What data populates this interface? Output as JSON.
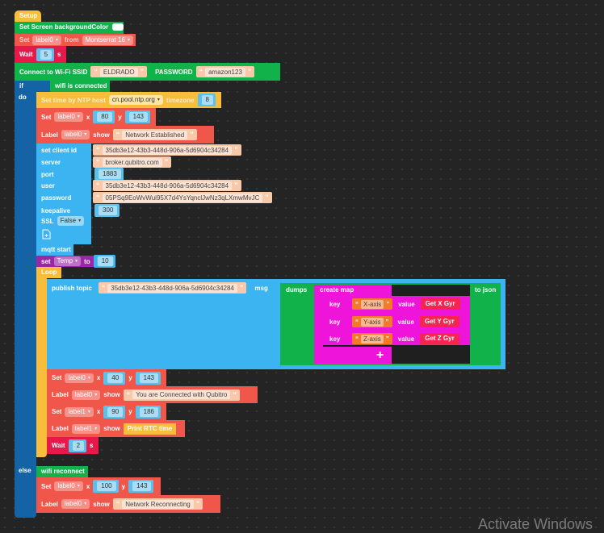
{
  "setup": {
    "hat_label": "Setup",
    "bg_color_label": "Set Screen backgroundColor",
    "bg_color_value": "#ffffff",
    "set_font": {
      "label": "Set",
      "target": "label0",
      "from_label": "from",
      "font": "Montserrat 16"
    },
    "wait1": {
      "label": "Wait",
      "value": "5",
      "unit": "s"
    },
    "wifi": {
      "label": "Connect to Wi-Fi SSID",
      "ssid": "ELDRADO",
      "password_label": "PASSWORD",
      "password": "amazon123"
    }
  },
  "if_block": {
    "if_label": "if",
    "do_label": "do",
    "else_label": "else",
    "condition": "wifi is connected"
  },
  "ntp": {
    "label": "Set time by NTP host",
    "host": "cn.pool.ntp.org",
    "tz_label": "timezone",
    "tz": "8"
  },
  "set_pos1": {
    "label": "Set",
    "target": "label0",
    "x_label": "x",
    "x": "80",
    "y_label": "y",
    "y": "143"
  },
  "label_show1": {
    "label": "Label",
    "target": "label0",
    "show_label": "show",
    "text": "Network Established"
  },
  "mqtt": {
    "client_id_label": "set client id",
    "client_id": "35db3e12-43b3-448d-906a-5d6904c34284",
    "server_label": "server",
    "server": "broker.qubitro.com",
    "port_label": "port",
    "port": "1883",
    "user_label": "user",
    "user": "35db3e12-43b3-448d-906a-5d6904c34284",
    "password_label": "password",
    "password": "05PSq9EoWvWui95X7d4YsYqnclJwNz3qLXmwMvJC",
    "keepalive_label": "keepalive",
    "keepalive": "300",
    "ssl_label": "SSL",
    "ssl": "False",
    "start_label": "mqtt start"
  },
  "set_var": {
    "label": "set",
    "var": "Temp",
    "to_label": "to",
    "value": "10"
  },
  "loop": {
    "label": "Loop",
    "publish": {
      "label": "publish topic",
      "topic": "35db3e12-43b3-448d-906a-5d6904c34284",
      "msg_label": "msg"
    },
    "dumps": {
      "label": "dumps",
      "to_json": "to json",
      "create_map": "create map",
      "entries": [
        {
          "key_label": "key",
          "key": "X-axis",
          "value_label": "value",
          "value": "Get X Gyr"
        },
        {
          "key_label": "key",
          "key": "Y-axis",
          "value_label": "value",
          "value": "Get Y Gyr"
        },
        {
          "key_label": "key",
          "key": "Z-axis",
          "value_label": "value",
          "value": "Get Z Gyr"
        }
      ],
      "add": "+"
    },
    "set_pos2": {
      "label": "Set",
      "target": "label0",
      "x_label": "x",
      "x": "40",
      "y_label": "y",
      "y": "143"
    },
    "label_show2": {
      "label": "Label",
      "target": "label0",
      "show_label": "show",
      "text": "You are Connected with Qubitro"
    },
    "set_pos3": {
      "label": "Set",
      "target": "label1",
      "x_label": "x",
      "x": "90",
      "y_label": "y",
      "y": "186"
    },
    "label_show3": {
      "label": "Label",
      "target": "label1",
      "show_label": "show",
      "value": "Print RTC time"
    },
    "wait2": {
      "label": "Wait",
      "value": "2",
      "unit": "s"
    }
  },
  "else_branch": {
    "reconnect": "wifi reconnect",
    "set_pos4": {
      "label": "Set",
      "target": "label0",
      "x_label": "x",
      "x": "100",
      "y_label": "y",
      "y": "143"
    },
    "label_show4": {
      "label": "Label",
      "target": "label0",
      "show_label": "show",
      "text": "Network Reconnecting"
    }
  },
  "watermark": "Activate Windows",
  "colors": {
    "setup": "#f9bd3c",
    "green": "#12b24b",
    "label_red": "#f0574a",
    "wait": "#e6194b",
    "if_blue": "#1464a5",
    "ntp": "#f9bd3c",
    "mqtt": "#3db4f2",
    "var_purple": "#9b27a8",
    "map_magenta": "#ef14d9",
    "value_red": "#f62451"
  }
}
